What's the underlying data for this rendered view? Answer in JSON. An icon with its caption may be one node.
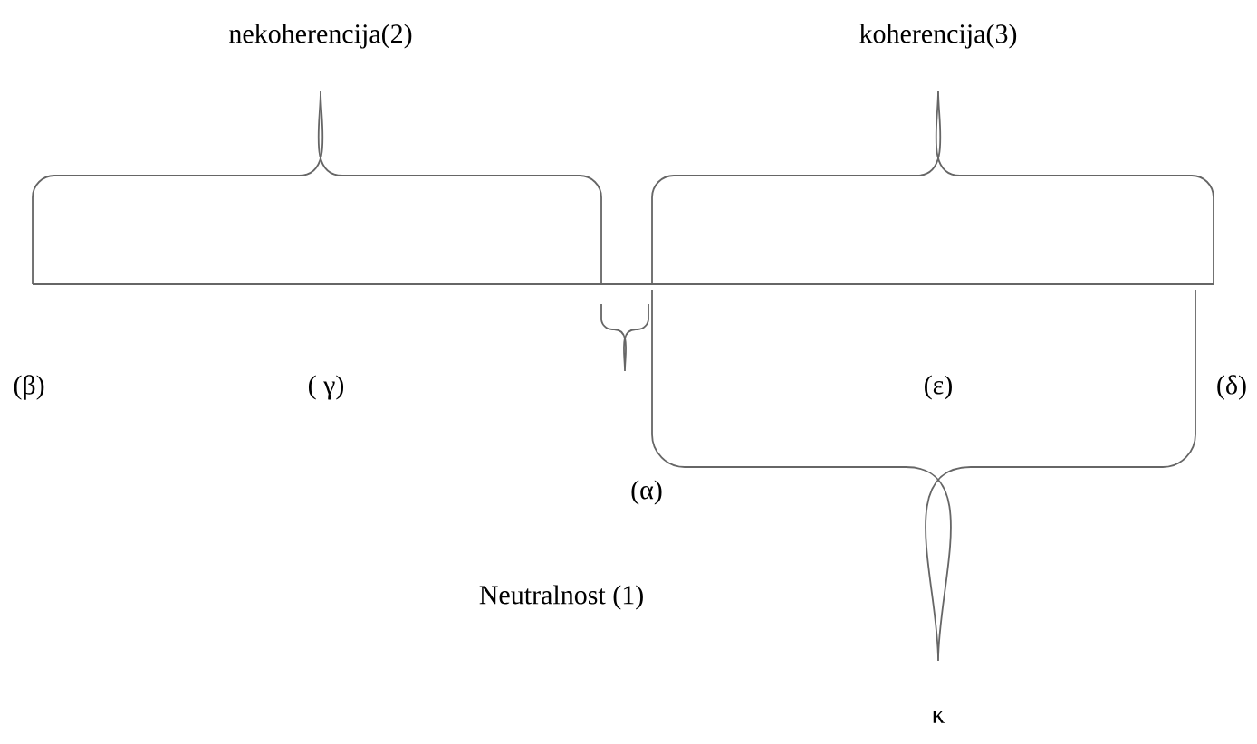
{
  "diagram": {
    "labels": [
      "nekoherencija(2)",
      "koherencija(3)",
      "(β)",
      "( γ)",
      "(ε)",
      "(δ)",
      "(α)",
      "Neutralnost (1)",
      "κ"
    ]
  }
}
